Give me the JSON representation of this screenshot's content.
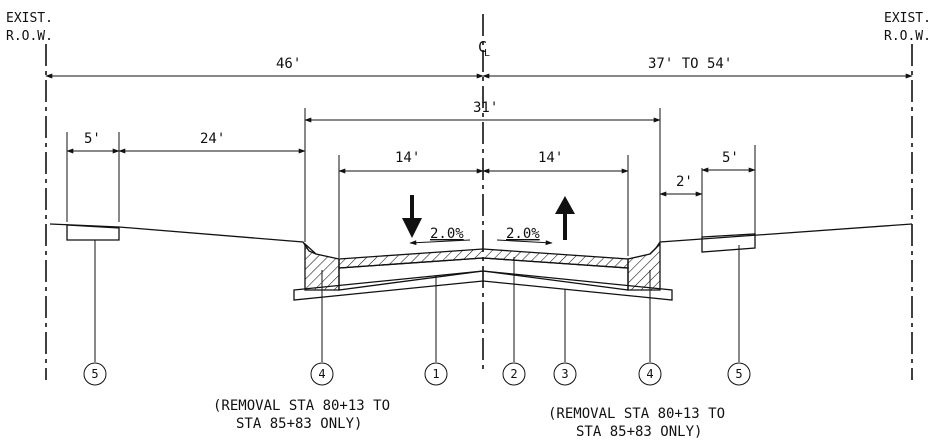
{
  "row_labels": {
    "left": [
      "EXIST.",
      "R.O.W."
    ],
    "right": [
      "EXIST.",
      "R.O.W."
    ]
  },
  "centerline_label": "C",
  "centerline_sub": "L",
  "dimensions": {
    "left_total": "46'",
    "right_total": "37' TO 54'",
    "roadway_width": "31'",
    "sidewalk_left": "5'",
    "grass_left": "24'",
    "lane_left": "14'",
    "lane_right": "14'",
    "buffer_right": "2'",
    "sidewalk_right": "5'"
  },
  "slopes": {
    "left": "2.0%",
    "right": "2.0%"
  },
  "callouts": [
    "5",
    "4",
    "1",
    "2",
    "3",
    "4",
    "5"
  ],
  "notes": {
    "left": [
      "(REMOVAL STA 80+13 TO",
      "STA 85+83 ONLY)"
    ],
    "right": [
      "(REMOVAL STA 80+13 TO",
      "STA 85+83 ONLY)"
    ]
  }
}
